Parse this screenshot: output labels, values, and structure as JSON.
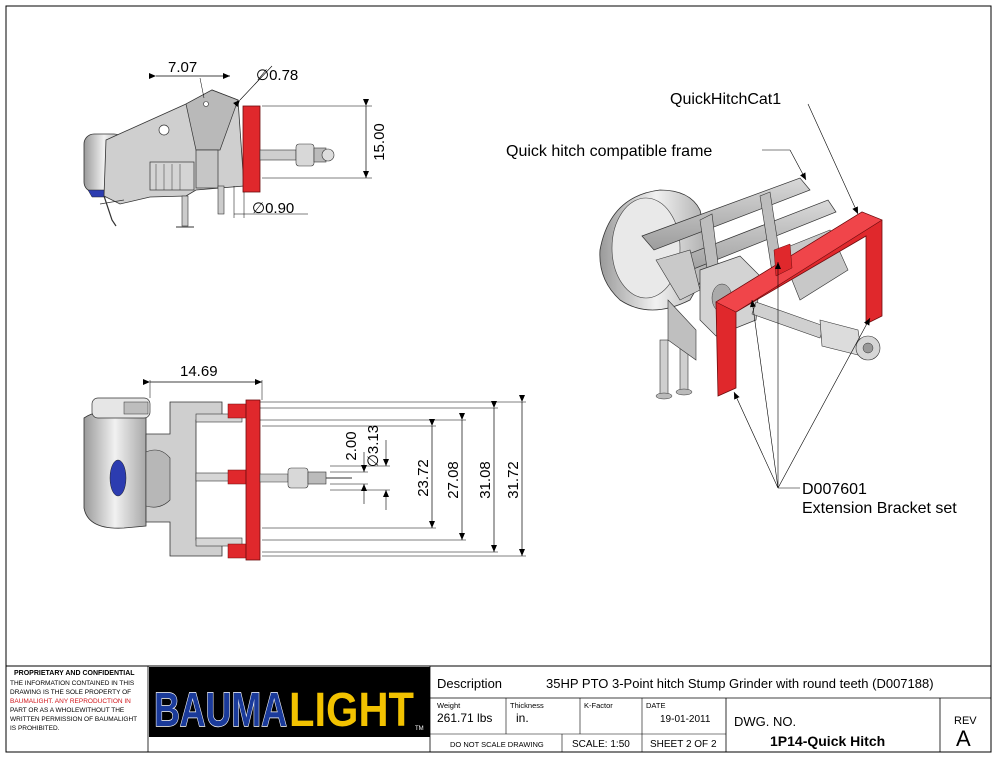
{
  "dimensions": {
    "top_width": "7.07",
    "top_hole": "∅0.78",
    "top_height": "15.00",
    "bottom_hole": "∅0.90",
    "side_offset": "14.69",
    "pin_2": "2.00",
    "pin_3": "∅3.13",
    "span_1": "23.72",
    "span_2": "27.08",
    "span_3": "31.08",
    "span_4": "31.72"
  },
  "callouts": {
    "assembly": "QuickHitchCat1",
    "frame": "Quick hitch compatible frame",
    "part_no": "D007601",
    "part_name": "Extension Bracket set"
  },
  "title_block": {
    "proprietary_title": "PROPRIETARY AND CONFIDENTIAL",
    "proprietary_lines": [
      "THE INFORMATION CONTAINED IN THIS",
      "DRAWING IS THE SOLE PROPERTY OF",
      "BAUMALIGHT.  ANY REPRODUCTION IN",
      "PART OR AS A WHOLEWITHOUT THE",
      "WRITTEN PERMISSION OF BAUMALIGHT",
      "IS PROHIBITED."
    ],
    "logo_part1": "BAUMA",
    "logo_part2": "LIGHT",
    "logo_tm": "TM",
    "description_label": "Description",
    "description_value": "35HP PTO 3-Point hitch Stump Grinder with round teeth (D007188)",
    "weight_label": "Weight",
    "weight_value": "261.71 lbs",
    "thickness_label": "Thickness",
    "thickness_value": "in.",
    "kfactor_label": "K-Factor",
    "date_label": "DATE",
    "date_value": "19-01-2011",
    "dwg_label": "DWG.  NO.",
    "dwg_value": "1P14-Quick Hitch",
    "rev_label": "REV",
    "rev_value": "A",
    "no_scale": "DO NOT SCALE DRAWING",
    "scale": "SCALE: 1:50",
    "sheet": "SHEET 2 OF 2"
  },
  "colors": {
    "bracket_red": "#e0282c",
    "logo_blue": "#1a3a9a",
    "logo_yellow": "#f2c200",
    "warning_red": "#d0151a"
  }
}
